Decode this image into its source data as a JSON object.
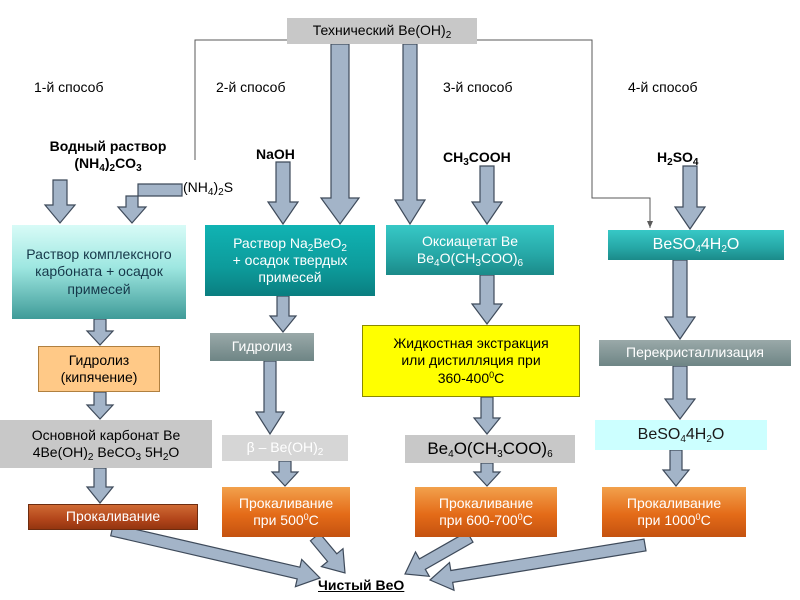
{
  "source": {
    "prefix": "Технический Be(OH)",
    "sub": "2"
  },
  "methods": [
    "1-й способ",
    "2-й способ",
    "3-й способ",
    "4-й способ"
  ],
  "reagents": {
    "m1_line1": "Водный раствор",
    "m1_line2_pre": "(NH",
    "m1_line2_sub1": "4",
    "m1_line2_mid": ")",
    "m1_line2_sub2": "2",
    "m1_line2_post": "CO",
    "m1_line2_sub3": "3",
    "m1_side_pre": "(NH",
    "m1_side_sub1": "4",
    "m1_side_mid": ")",
    "m1_side_sub2": "2",
    "m1_side_post": "S",
    "m2": "NaOH",
    "m3_pre": "CH",
    "m3_sub": "3",
    "m3_post": "COOH",
    "m4_pre": "H",
    "m4_sub1": "2",
    "m4_mid": "SO",
    "m4_sub2": "4"
  },
  "m1": {
    "solution": "Раствор комплексного карбоната + осадок примесей",
    "hydrolysis": "Гидролиз (кипячение)",
    "carbonate_line1": "Основной карбонат Be",
    "carbonate_l2_a": "4Be(OH)",
    "carbonate_l2_s1": "2",
    "carbonate_l2_b": " BeCO",
    "carbonate_l2_s2": "3",
    "carbonate_l2_c": " 5H",
    "carbonate_l2_s3": "2",
    "carbonate_l2_d": "O",
    "calcination": "Прокаливание"
  },
  "m2": {
    "sol_a": "Раствор Na",
    "sol_s1": "2",
    "sol_b": "BeO",
    "sol_s2": "2",
    "sol_line2": "+ осадок твердых",
    "sol_line3": "примесей",
    "hydrolysis": "Гидролиз",
    "beta_a": "β – Be(OH)",
    "beta_s": "2",
    "calc_line1": "Прокаливание",
    "calc_a": "при 500",
    "calc_sup": "0",
    "calc_b": "С"
  },
  "m3": {
    "acetate_line1": "Оксиацетат Be",
    "ac_a": "Be",
    "ac_s1": "4",
    "ac_b": "O(CH",
    "ac_s2": "3",
    "ac_c": "COO)",
    "ac_s3": "6",
    "extract_line1": "Жидкостная экстракция",
    "extract_line2": "или дистилляция при",
    "extract_a": "360-400",
    "extract_sup": "0",
    "extract_b": "С",
    "product_a": "Be",
    "product_s1": "4",
    "product_b": "O(CH",
    "product_s2": "3",
    "product_c": "COO)",
    "product_s3": "6",
    "calc_line1": "Прокаливание",
    "calc_a": "при 600-700",
    "calc_sup": "0",
    "calc_b": "С"
  },
  "m4": {
    "sulfate_a": "BeSO",
    "sulfate_s1": "4",
    "sulfate_b": "4H",
    "sulfate_s2": "2",
    "sulfate_c": "O",
    "recryst": "Перекристаллизация",
    "sulfate2_a": "BeSO",
    "sulfate2_s1": "4",
    "sulfate2_b": "4H",
    "sulfate2_s2": "2",
    "sulfate2_c": "O",
    "calc_line1": "Прокаливание",
    "calc_a": "при 1000",
    "calc_sup": "0",
    "calc_b": "С"
  },
  "product": "Чистый BeO",
  "colors": {
    "arrow_fill": "#a3b4c8",
    "arrow_stroke": "#3e4a5a",
    "connector": "#5a5a5a"
  }
}
